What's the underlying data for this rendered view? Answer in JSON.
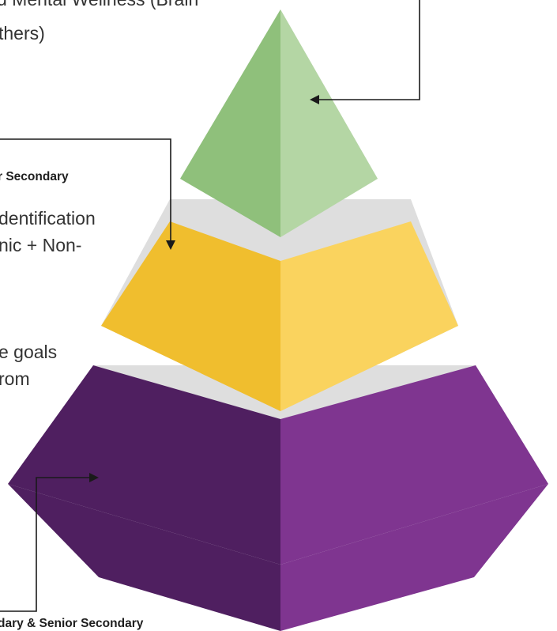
{
  "colors": {
    "top_left": "#8fc07b",
    "top_right": "#b4d6a4",
    "middle_left": "#f0be2e",
    "middle_right": "#fad35e",
    "bottom_left": "#4f1f60",
    "bottom_right": "#7f3590",
    "ledge": "#dedede",
    "connector": "#1a1a1a"
  },
  "texts": {
    "top_line1": "d Mental Wellness (Brain",
    "top_line2": "thers)",
    "middle_heading": "r Secondary",
    "middle_line1": "dentification",
    "middle_line2": "nic + Non-",
    "mid_lower_line1": "e goals",
    "mid_lower_line2": "rom",
    "bottom_heading": "dary & Senior Secondary"
  },
  "icons": {
    "arrowheads": "arrow-head-icon"
  }
}
